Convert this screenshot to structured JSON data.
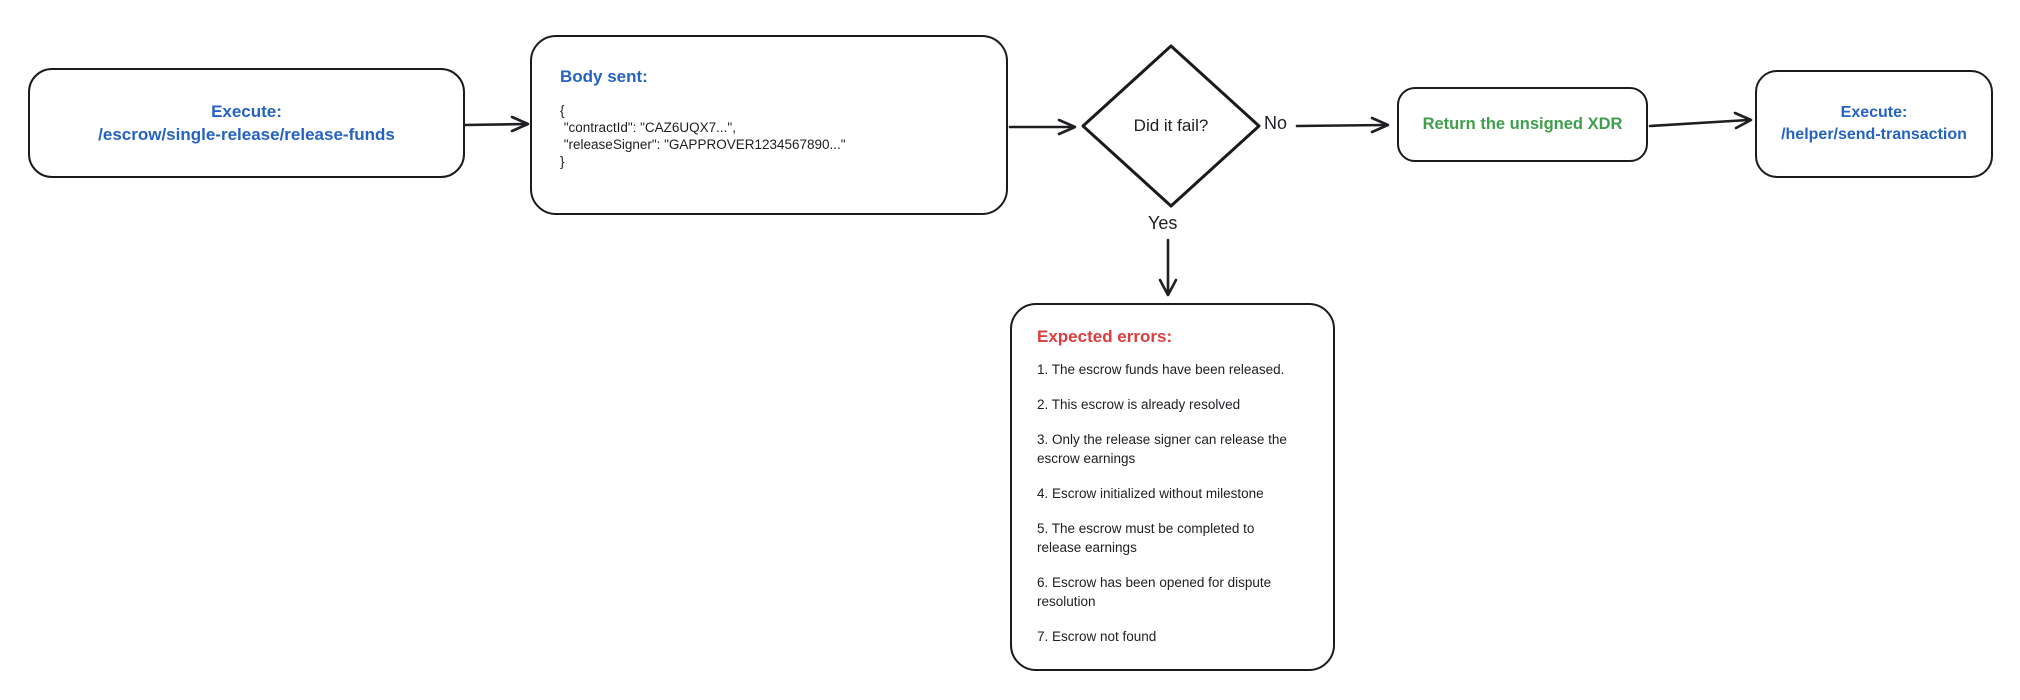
{
  "colors": {
    "blue": "#2563c2",
    "green": "#3f9e4c",
    "red": "#dc3d3d",
    "ink": "#1e1e23",
    "stroke": "#1b1b1f",
    "bg": "#ffffff"
  },
  "flow": {
    "start": {
      "line1": "Execute:",
      "line2": "/escrow/single-release/release-funds"
    },
    "body": {
      "title": "Body sent:",
      "code": [
        "{",
        " \"contractId\": \"CAZ6UQX7...\",",
        " \"releaseSigner\": \"GAPPROVER1234567890...\"",
        "}"
      ]
    },
    "decision": {
      "question": "Did it fail?",
      "no_label": "No",
      "yes_label": "Yes"
    },
    "success": {
      "label": "Return the unsigned XDR"
    },
    "next": {
      "line1": "Execute:",
      "line2": "/helper/send-transaction"
    },
    "errors": {
      "title": "Expected errors:",
      "items": [
        "1. The escrow funds have been released.",
        "2. This escrow is already resolved",
        "3. Only the release signer can release the\nescrow earnings",
        "4. Escrow initialized without milestone",
        "5. The escrow must be completed to\nrelease earnings",
        "6. Escrow has been opened for dispute\nresolution",
        "7. Escrow not found"
      ]
    }
  }
}
